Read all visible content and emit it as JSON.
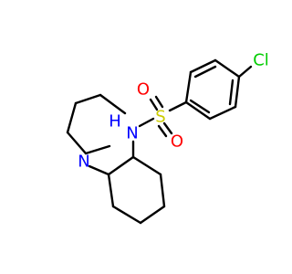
{
  "molecule": {
    "atoms": {
      "nitrogen_ring": "N",
      "amide_n": "N",
      "amide_h": "H",
      "sulfur": "S",
      "oxygen_top": "O",
      "oxygen_bottom": "O",
      "chlorine": "Cl"
    },
    "colors": {
      "carbon_bond": "#000000",
      "nitrogen": "#0000ff",
      "oxygen": "#ff0000",
      "sulfur": "#cccc00",
      "chlorine": "#00cc00"
    }
  }
}
